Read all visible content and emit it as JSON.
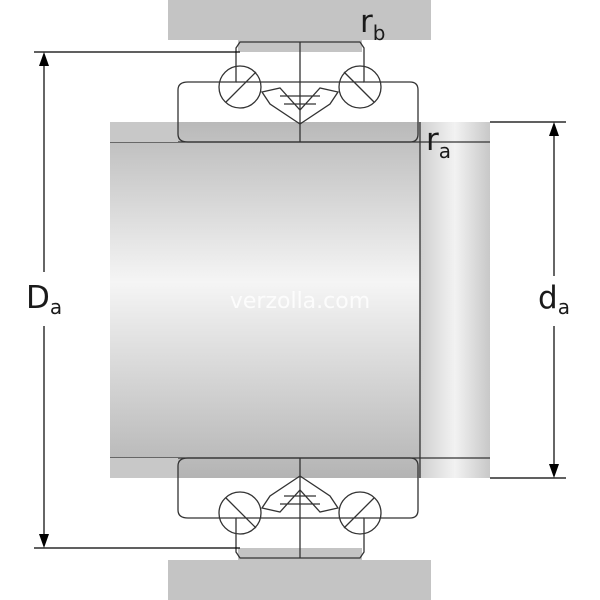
{
  "labels": {
    "rb": {
      "main": "r",
      "sub": "b"
    },
    "ra": {
      "main": "r",
      "sub": "a"
    },
    "Da": {
      "main": "D",
      "sub": "a"
    },
    "da": {
      "main": "d",
      "sub": "a"
    }
  },
  "watermark": "verzolla.com",
  "colors": {
    "housing": "#c4c4c4",
    "shaft_dark": "#b6b6b6",
    "shaft_light": "#f4f4f4",
    "outline": "#333333",
    "text": "#1a1a1a"
  }
}
